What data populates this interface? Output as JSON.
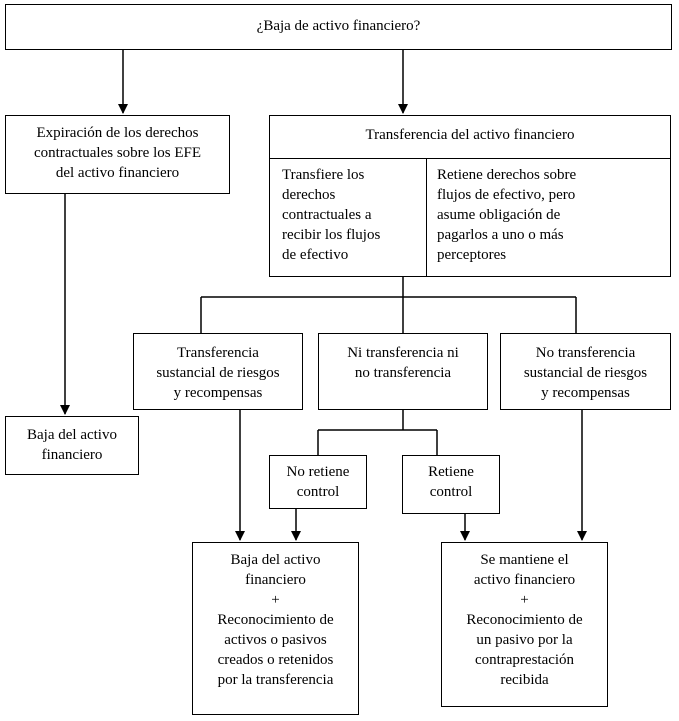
{
  "nodes": {
    "root": "¿Baja de activo financiero?",
    "expiracion": "Expiración de los derechos\ncontractuales sobre los EFE\ndel activo financiero",
    "transferencia": "Transferencia del activo financiero",
    "transfiere": "Transfiere los\nderechos\ncontractuales a\nrecibir los flujos\nde efectivo",
    "retiene_derechos": "Retiene derechos sobre\nflujos de efectivo, pero\nasume obligación de\npagarlos a uno o más\nperceptores",
    "baja_izq": "Baja del activo\nfinanciero",
    "transf_sustancial": "Transferencia\nsustancial de riesgos\ny recompensas",
    "ni_transf": "Ni transferencia ni\nno transferencia",
    "no_transf": "No transferencia\nsustancial de riesgos\ny recompensas",
    "no_retiene": "No retiene\ncontrol",
    "retiene_control": "Retiene\ncontrol",
    "baja_reconoc": "Baja del activo\nfinanciero\n+\nReconocimiento de\nactivos o pasivos\ncreados o retenidos\npor la transferencia",
    "mantiene": "Se mantiene el\nactivo financiero\n+\nReconocimiento de\nun pasivo por la\ncontraprestación\nrecibida"
  }
}
